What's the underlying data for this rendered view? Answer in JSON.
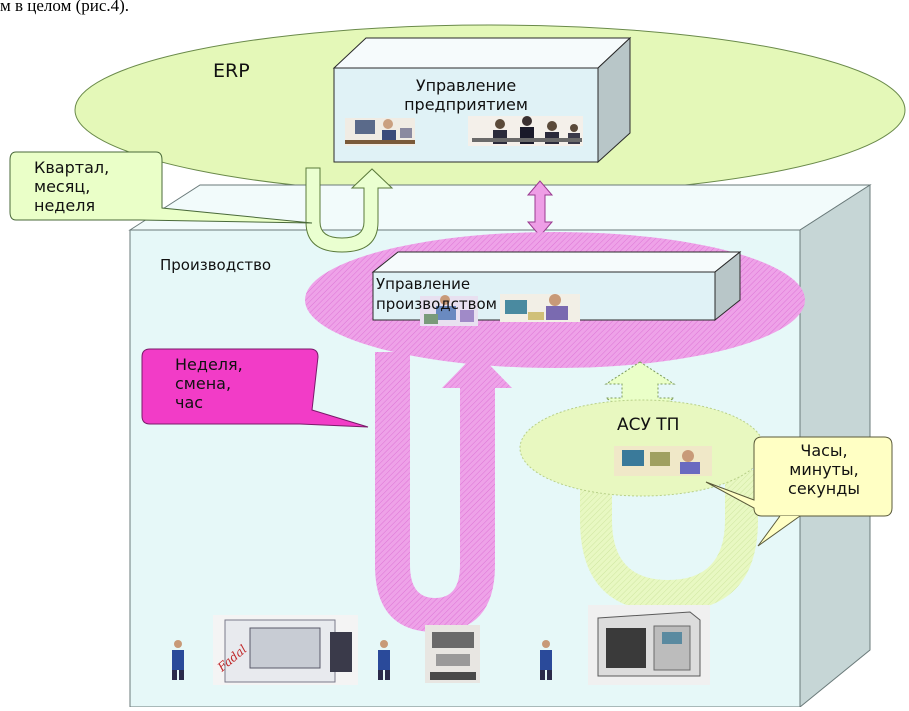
{
  "caption": "м в целом (рис.4).",
  "erp": {
    "label": "ERP",
    "box_label": "Управление\nпредприятием"
  },
  "callouts": {
    "quarter": "Квартал,\nмесяц,\nнеделя",
    "week": "Неделя,\nсмена,\nчас",
    "hours": "Часы,\nминуты,\nсекунды"
  },
  "production": {
    "label": "Производство",
    "box_label": "Управление\nпроизводством"
  },
  "asutp": {
    "label": "АСУ ТП"
  },
  "colors": {
    "ellipse_green": "#e4f8b8",
    "pink": "#ee9ee6",
    "magenta_callout": "#f23cc7",
    "factory_face": "#e6f8f8",
    "factory_side": "#c6d6d6",
    "box_face": "#e0f2f6",
    "callout_light": "#eaffc8",
    "callout_yellow": "#ffffc4"
  },
  "icons": [
    "office-workers-icon",
    "meeting-icon",
    "engineers-icon",
    "operator-icon",
    "worker-icon",
    "cnc-machine-icon",
    "press-machine-icon",
    "machining-center-icon"
  ]
}
